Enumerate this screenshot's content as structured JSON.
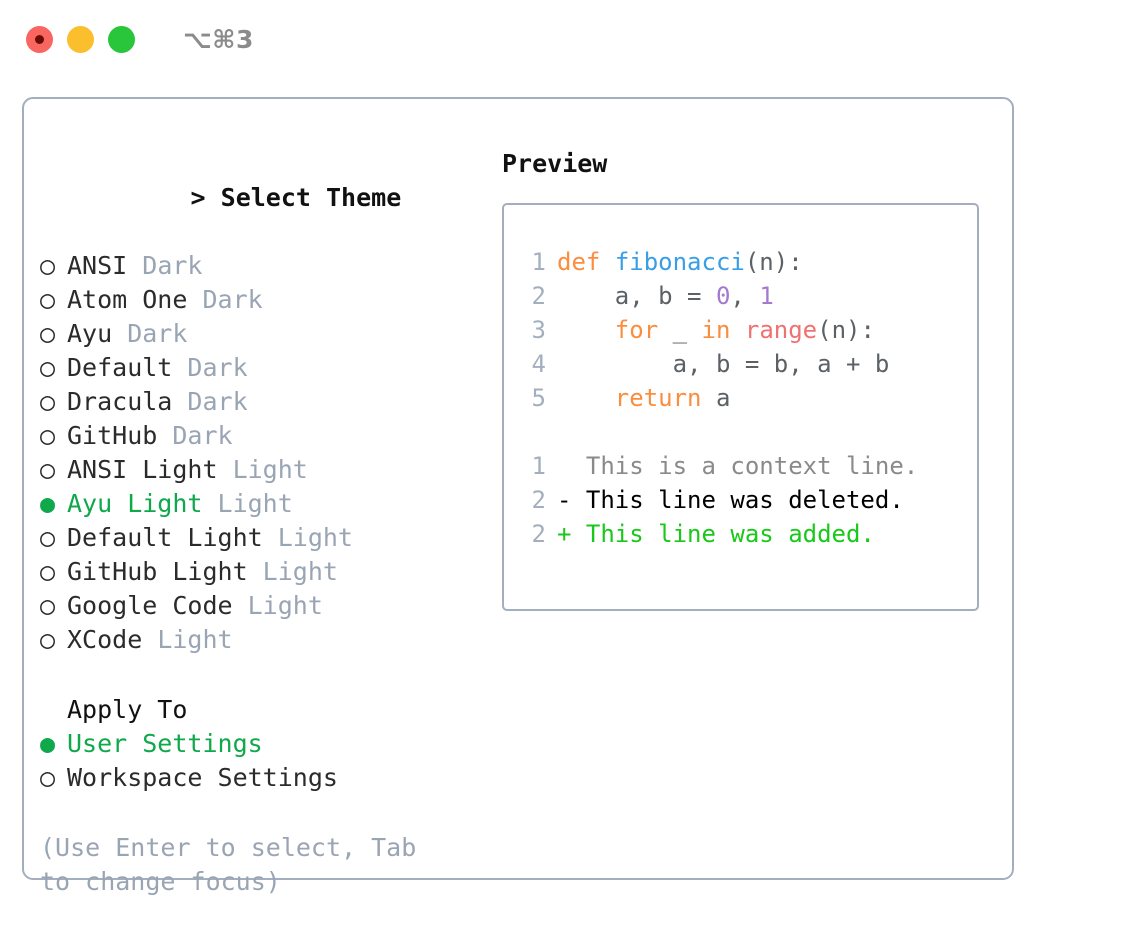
{
  "window": {
    "shortcut": "⌥⌘3",
    "traffic_lights": [
      {
        "name": "close",
        "color": "#f9655f",
        "state": "recording"
      },
      {
        "name": "minimize",
        "color": "#fbbe2d",
        "state": "normal"
      },
      {
        "name": "maximize",
        "color": "#29c53b",
        "state": "normal"
      }
    ]
  },
  "colors": {
    "selected_green": "#0fa84a",
    "muted": "#9aa5b4",
    "border": "#a3afbf",
    "diff_delete": "#cc2121",
    "diff_add": "#19c819",
    "syntax_keyword": "#fa8d3e",
    "syntax_function": "#399ee6",
    "syntax_builtin": "#f07171",
    "syntax_number": "#a37acc"
  },
  "theme_section": {
    "header": "Select Theme",
    "caret": ">",
    "marker_selected": "●",
    "marker_unselected": "○",
    "items": [
      {
        "label": "ANSI",
        "suffix": "Dark",
        "selected": false
      },
      {
        "label": "Atom One",
        "suffix": "Dark",
        "selected": false
      },
      {
        "label": "Ayu",
        "suffix": "Dark",
        "selected": false
      },
      {
        "label": "Default",
        "suffix": "Dark",
        "selected": false
      },
      {
        "label": "Dracula",
        "suffix": "Dark",
        "selected": false
      },
      {
        "label": "GitHub",
        "suffix": "Dark",
        "selected": false
      },
      {
        "label": "ANSI Light",
        "suffix": "Light",
        "selected": false
      },
      {
        "label": "Ayu Light",
        "suffix": "Light",
        "selected": true
      },
      {
        "label": "Default Light",
        "suffix": "Light",
        "selected": false
      },
      {
        "label": "GitHub Light",
        "suffix": "Light",
        "selected": false
      },
      {
        "label": "Google Code",
        "suffix": "Light",
        "selected": false
      },
      {
        "label": "XCode",
        "suffix": "Light",
        "selected": false
      }
    ]
  },
  "apply_section": {
    "header": "Apply To",
    "items": [
      {
        "label": "User Settings",
        "suffix": "",
        "selected": true
      },
      {
        "label": "Workspace Settings",
        "suffix": "",
        "selected": false
      }
    ]
  },
  "hint": "(Use Enter to select, Tab to change focus)",
  "preview": {
    "title": "Preview",
    "code_lines": [
      {
        "lineno": "1",
        "tokens": [
          {
            "t": "def",
            "c": "kw"
          },
          {
            "t": " ",
            "c": "plain"
          },
          {
            "t": "fibonacci",
            "c": "fn"
          },
          {
            "t": "(n):",
            "c": "punct"
          }
        ]
      },
      {
        "lineno": "2",
        "tokens": [
          {
            "t": "    a, b = ",
            "c": "plain"
          },
          {
            "t": "0",
            "c": "num"
          },
          {
            "t": ", ",
            "c": "plain"
          },
          {
            "t": "1",
            "c": "num"
          }
        ]
      },
      {
        "lineno": "3",
        "tokens": [
          {
            "t": "    ",
            "c": "plain"
          },
          {
            "t": "for",
            "c": "kw"
          },
          {
            "t": " _ ",
            "c": "plain"
          },
          {
            "t": "in",
            "c": "kw"
          },
          {
            "t": " ",
            "c": "plain"
          },
          {
            "t": "range",
            "c": "builtin"
          },
          {
            "t": "(n):",
            "c": "punct"
          }
        ]
      },
      {
        "lineno": "4",
        "tokens": [
          {
            "t": "        a, b = b, a + b",
            "c": "plain"
          }
        ]
      },
      {
        "lineno": "5",
        "tokens": [
          {
            "t": "    ",
            "c": "plain"
          },
          {
            "t": "return",
            "c": "kw"
          },
          {
            "t": " a",
            "c": "plain"
          }
        ]
      }
    ],
    "diff_lines": [
      {
        "lineno": "1",
        "marker": " ",
        "text": "This is a context line.",
        "kind": "context"
      },
      {
        "lineno": "2",
        "marker": "-",
        "text": "This line was deleted.",
        "kind": "delete"
      },
      {
        "lineno": "2",
        "marker": "+",
        "text": "This line was added.",
        "kind": "add"
      }
    ]
  }
}
